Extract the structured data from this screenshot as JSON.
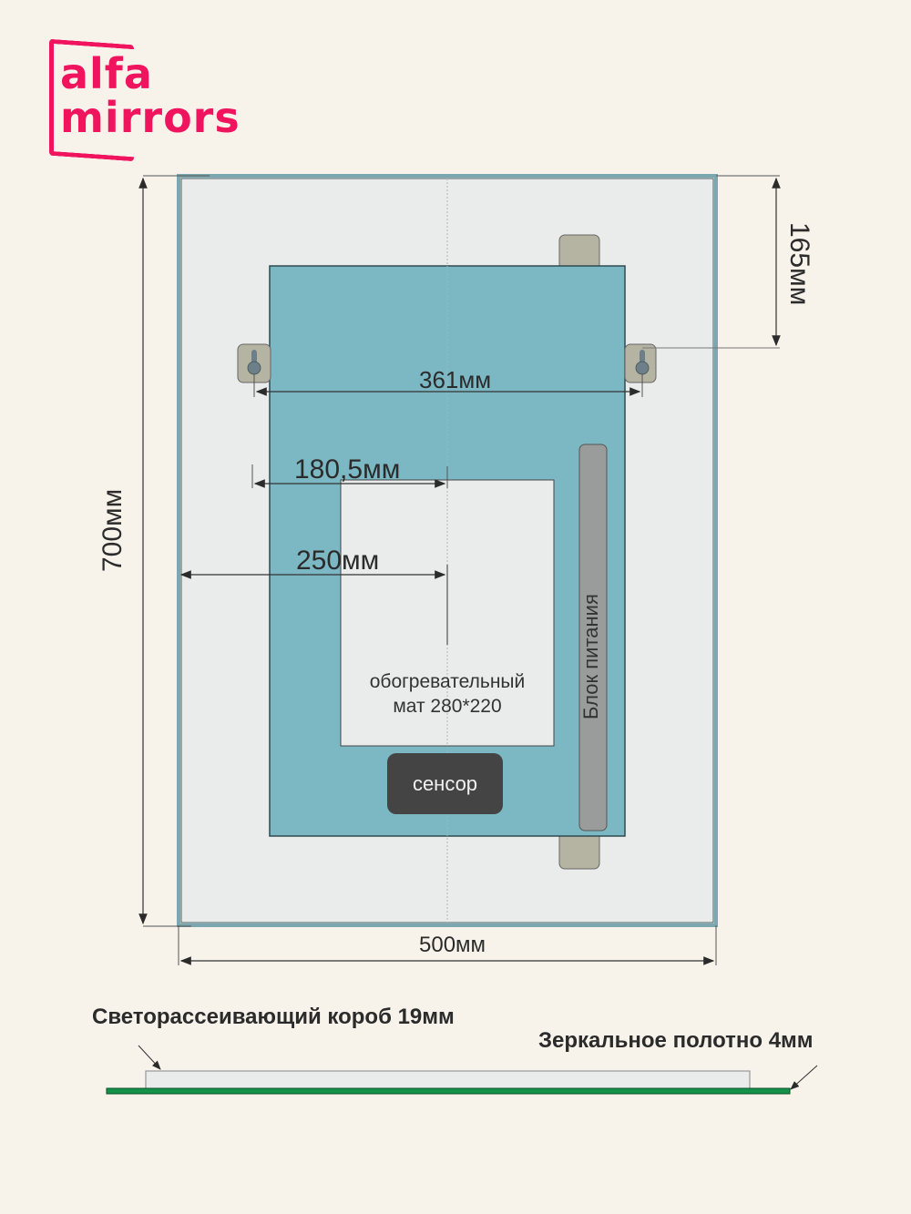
{
  "logo": {
    "line1": "alfa",
    "line2": "mirrors",
    "brand_color": "#f0145f"
  },
  "drawing": {
    "mirror": {
      "width_label": "500мм",
      "height_label": "700мм",
      "fill": "#eaeceb",
      "border": "#7aa7b0"
    },
    "backplate": {
      "fill": "#7bb8c4"
    },
    "dimensions": {
      "top_offset": "165мм",
      "mount_spacing": "361мм",
      "half_spacing": "180,5мм",
      "half_width": "250мм"
    },
    "heating_mat": {
      "label_line1": "обогревательный",
      "label_line2": "мат 280*220"
    },
    "sensor": {
      "label": "сенсор"
    },
    "power_supply": {
      "label": "Блок питания"
    }
  },
  "side_view": {
    "diffuser_label": "Светорассеивающий короб 19мм",
    "mirror_label": "Зеркальное полотно 4мм",
    "mirror_color": "#14924a"
  }
}
